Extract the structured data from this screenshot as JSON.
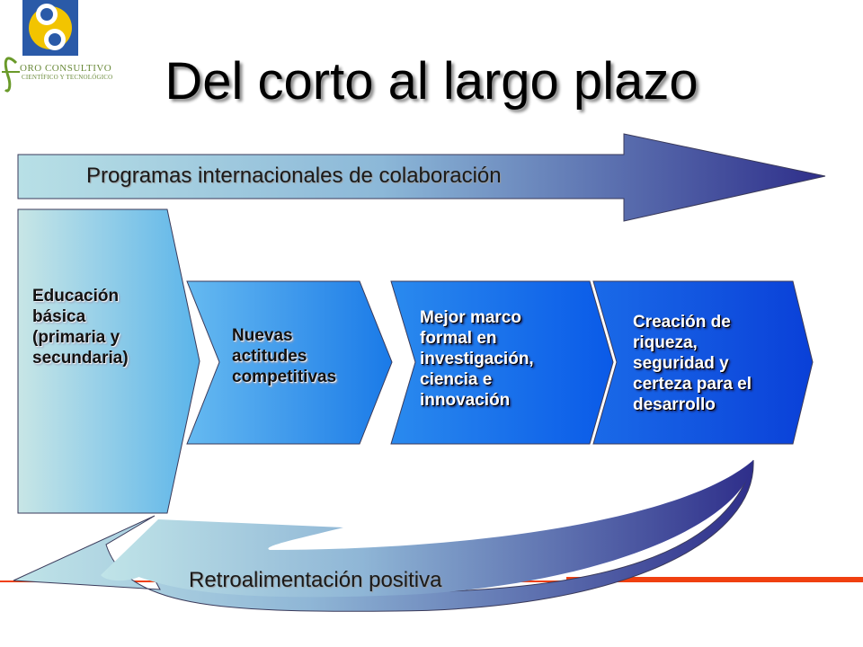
{
  "title": "Del corto al largo plazo",
  "logo": {
    "line1": "ORO CONSULTIVO",
    "line2": "CIENTÍFICO Y TECNOLÓGICO",
    "colors": {
      "green": "#6a9a2a",
      "blue": "#2a5aa8",
      "yellow": "#f2c400"
    }
  },
  "top_arrow": {
    "label": "Programas internacionales de colaboración",
    "gradient": [
      "#b8e0e6",
      "#2e2e8a"
    ]
  },
  "steps": [
    {
      "label": "Educación\nbásica\n(primaria y\nsecundaria)",
      "gradient": [
        "#c8e6e6",
        "#5ab4ea"
      ]
    },
    {
      "label": "Nuevas\nactitudes\ncompetitivas",
      "gradient": [
        "#66baf0",
        "#1a7ae8"
      ]
    },
    {
      "label": "Mejor marco\nformal en\ninvestigación,\nciencia e\ninnovación",
      "gradient": [
        "#2a8aee",
        "#0a5ae8"
      ]
    },
    {
      "label": "Creación de\nriqueza,\nseguridad y\ncerteza para el\ndesarrollo",
      "gradient": [
        "#1a6ae8",
        "#0a40d8"
      ]
    }
  ],
  "feedback_arrow": {
    "label": "Retroalimentación positiva",
    "gradient": [
      "#b8e0e6",
      "#2e2e8a"
    ]
  },
  "accent_line_color": "#f04010"
}
